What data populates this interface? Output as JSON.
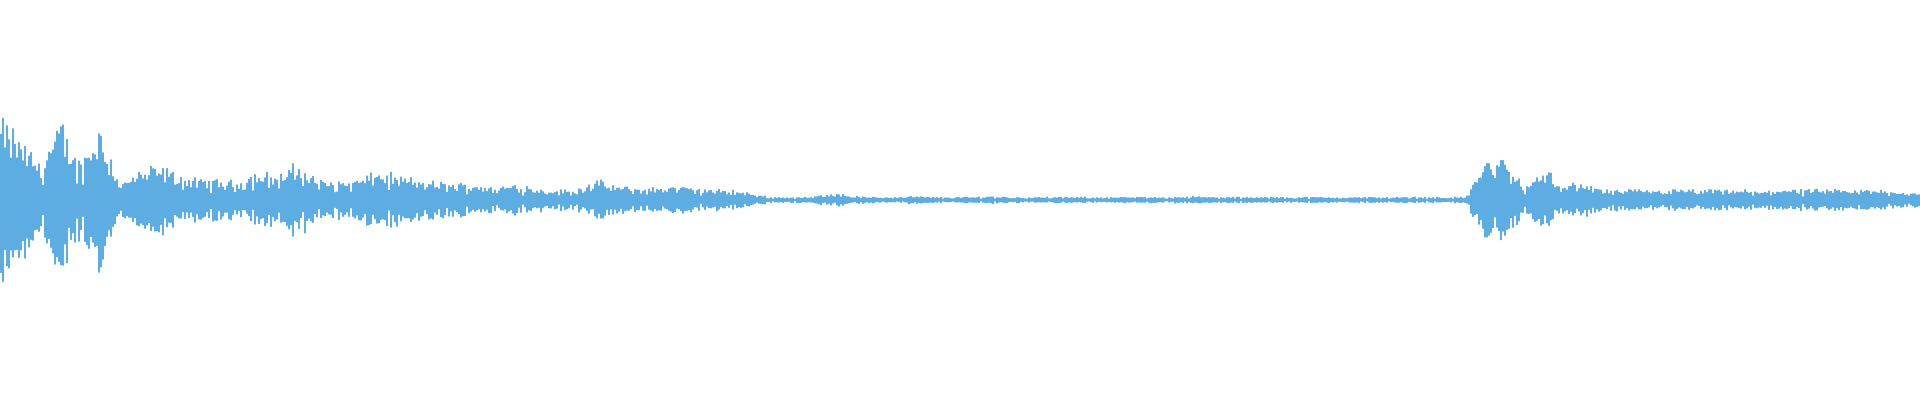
{
  "waveform": {
    "color": "#5dade2",
    "background": "#ffffff",
    "channels": 1,
    "peak_amplitude_envelope": [
      0.4,
      0.3,
      0.18,
      0.38,
      0.18,
      0.38,
      0.08,
      0.14,
      0.17,
      0.12,
      0.1,
      0.1,
      0.09,
      0.14,
      0.12,
      0.18,
      0.1,
      0.09,
      0.1,
      0.14,
      0.12,
      0.1,
      0.09,
      0.08,
      0.08,
      0.06,
      0.08,
      0.06,
      0.05,
      0.05,
      0.1,
      0.07,
      0.06,
      0.06,
      0.07,
      0.06,
      0.05,
      0.05,
      0.03,
      0.015,
      0.015,
      0.015,
      0.04,
      0.02,
      0.015,
      0.015,
      0.02,
      0.015,
      0.015,
      0.015,
      0.02,
      0.015,
      0.015,
      0.015,
      0.015,
      0.015,
      0.015,
      0.015,
      0.015,
      0.015,
      0.02,
      0.015,
      0.015,
      0.015,
      0.015,
      0.015,
      0.015,
      0.015,
      0.015,
      0.015,
      0.015,
      0.015,
      0.015,
      0.015,
      0.015,
      0.2,
      0.2,
      0.06,
      0.15,
      0.08,
      0.08,
      0.05,
      0.05,
      0.05,
      0.05,
      0.05,
      0.05,
      0.05,
      0.05,
      0.04,
      0.06,
      0.05,
      0.05,
      0.05,
      0.05,
      0.05,
      0.04,
      0.04
    ]
  }
}
